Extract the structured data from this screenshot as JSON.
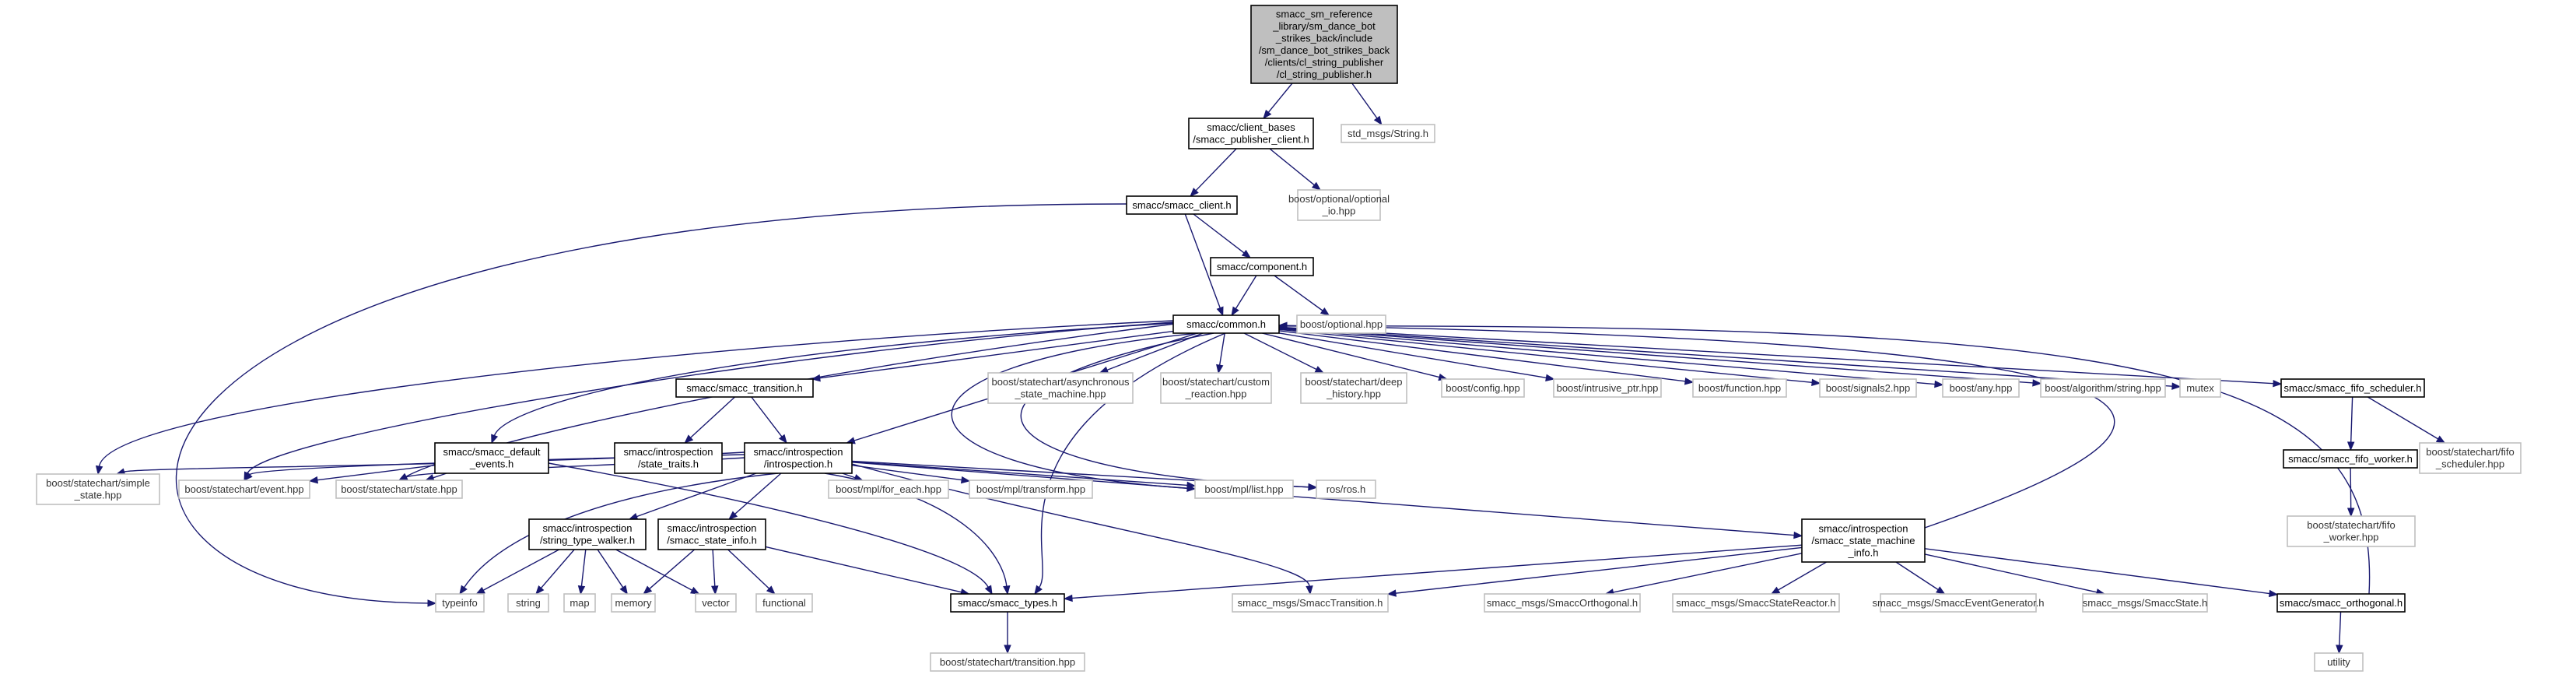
{
  "colors": {
    "edge": "#191970",
    "root_fill": "#bfbfbf",
    "node_border": "#000000",
    "external_border": "#bfbfbf"
  },
  "nodes": [
    {
      "id": "root",
      "kind": "root",
      "lines": [
        "smacc_sm_reference",
        "_library/sm_dance_bot",
        "_strikes_back/include",
        "/sm_dance_bot_strikes_back",
        "/clients/cl_string_publisher",
        "/cl_string_publisher.h"
      ]
    },
    {
      "id": "pub_client",
      "kind": "normal",
      "lines": [
        "smacc/client_bases",
        "/smacc_publisher_client.h"
      ]
    },
    {
      "id": "std_string",
      "kind": "ext",
      "lines": [
        "std_msgs/String.h"
      ]
    },
    {
      "id": "smacc_client",
      "kind": "normal",
      "lines": [
        "smacc/smacc_client.h"
      ]
    },
    {
      "id": "optional_io",
      "kind": "ext",
      "lines": [
        "boost/optional/optional",
        "_io.hpp"
      ]
    },
    {
      "id": "component",
      "kind": "normal",
      "lines": [
        "smacc/component.h"
      ]
    },
    {
      "id": "boost_optional",
      "kind": "ext",
      "lines": [
        "boost/optional.hpp"
      ]
    },
    {
      "id": "common",
      "kind": "normal",
      "lines": [
        "smacc/common.h"
      ]
    },
    {
      "id": "transition",
      "kind": "normal",
      "lines": [
        "smacc/smacc_transition.h"
      ]
    },
    {
      "id": "async_sm",
      "kind": "ext",
      "lines": [
        "boost/statechart/asynchronous",
        "_state_machine.hpp"
      ]
    },
    {
      "id": "custom_reaction",
      "kind": "ext",
      "lines": [
        "boost/statechart/custom",
        "_reaction.hpp"
      ]
    },
    {
      "id": "deep_history",
      "kind": "ext",
      "lines": [
        "boost/statechart/deep",
        "_history.hpp"
      ]
    },
    {
      "id": "config",
      "kind": "ext",
      "lines": [
        "boost/config.hpp"
      ]
    },
    {
      "id": "intrusive_ptr",
      "kind": "ext",
      "lines": [
        "boost/intrusive_ptr.hpp"
      ]
    },
    {
      "id": "function",
      "kind": "ext",
      "lines": [
        "boost/function.hpp"
      ]
    },
    {
      "id": "signals2",
      "kind": "ext",
      "lines": [
        "boost/signals2.hpp"
      ]
    },
    {
      "id": "any",
      "kind": "ext",
      "lines": [
        "boost/any.hpp"
      ]
    },
    {
      "id": "algo_string",
      "kind": "ext",
      "lines": [
        "boost/algorithm/string.hpp"
      ]
    },
    {
      "id": "mutex",
      "kind": "ext",
      "lines": [
        "mutex"
      ]
    },
    {
      "id": "fifo_scheduler",
      "kind": "normal",
      "lines": [
        "smacc/smacc_fifo_scheduler.h"
      ]
    },
    {
      "id": "default_events",
      "kind": "normal",
      "lines": [
        "smacc/smacc_default",
        "_events.h"
      ]
    },
    {
      "id": "state_traits",
      "kind": "normal",
      "lines": [
        "smacc/introspection",
        "/state_traits.h"
      ]
    },
    {
      "id": "introspection",
      "kind": "normal",
      "lines": [
        "smacc/introspection",
        "/introspection.h"
      ]
    },
    {
      "id": "fifo_worker",
      "kind": "normal",
      "lines": [
        "smacc/smacc_fifo_worker.h"
      ]
    },
    {
      "id": "sc_fifo_scheduler",
      "kind": "ext",
      "lines": [
        "boost/statechart/fifo",
        "_scheduler.hpp"
      ]
    },
    {
      "id": "sc_fifo_worker",
      "kind": "ext",
      "lines": [
        "boost/statechart/fifo",
        "_worker.hpp"
      ]
    },
    {
      "id": "simple_state",
      "kind": "ext",
      "lines": [
        "boost/statechart/simple",
        "_state.hpp"
      ]
    },
    {
      "id": "event",
      "kind": "ext",
      "lines": [
        "boost/statechart/event.hpp"
      ]
    },
    {
      "id": "state",
      "kind": "ext",
      "lines": [
        "boost/statechart/state.hpp"
      ]
    },
    {
      "id": "type_walker",
      "kind": "normal",
      "lines": [
        "smacc/introspection",
        "/string_type_walker.h"
      ]
    },
    {
      "id": "state_info",
      "kind": "normal",
      "lines": [
        "smacc/introspection",
        "/smacc_state_info.h"
      ]
    },
    {
      "id": "for_each",
      "kind": "ext",
      "lines": [
        "boost/mpl/for_each.hpp"
      ]
    },
    {
      "id": "transform",
      "kind": "ext",
      "lines": [
        "boost/mpl/transform.hpp"
      ]
    },
    {
      "id": "list",
      "kind": "ext",
      "lines": [
        "boost/mpl/list.hpp"
      ]
    },
    {
      "id": "ros",
      "kind": "ext",
      "lines": [
        "ros/ros.h"
      ]
    },
    {
      "id": "sm_info",
      "kind": "normal",
      "lines": [
        "smacc/introspection",
        "/smacc_state_machine",
        "_info.h"
      ]
    },
    {
      "id": "typeinfo",
      "kind": "ext",
      "lines": [
        "typeinfo"
      ]
    },
    {
      "id": "string",
      "kind": "ext",
      "lines": [
        "string"
      ]
    },
    {
      "id": "map",
      "kind": "ext",
      "lines": [
        "map"
      ]
    },
    {
      "id": "memory",
      "kind": "ext",
      "lines": [
        "memory"
      ]
    },
    {
      "id": "vector",
      "kind": "ext",
      "lines": [
        "vector"
      ]
    },
    {
      "id": "functional",
      "kind": "ext",
      "lines": [
        "functional"
      ]
    },
    {
      "id": "smacc_types",
      "kind": "normal",
      "lines": [
        "smacc/smacc_types.h"
      ]
    },
    {
      "id": "msg_transition",
      "kind": "ext",
      "lines": [
        "smacc_msgs/SmaccTransition.h"
      ]
    },
    {
      "id": "msg_orthogonal",
      "kind": "ext",
      "lines": [
        "smacc_msgs/SmaccOrthogonal.h"
      ]
    },
    {
      "id": "msg_reactor",
      "kind": "ext",
      "lines": [
        "smacc_msgs/SmaccStateReactor.h"
      ]
    },
    {
      "id": "msg_evgen",
      "kind": "ext",
      "lines": [
        "smacc_msgs/SmaccEventGenerator.h"
      ]
    },
    {
      "id": "msg_state",
      "kind": "ext",
      "lines": [
        "smacc_msgs/SmaccState.h"
      ]
    },
    {
      "id": "orthogonal",
      "kind": "normal",
      "lines": [
        "smacc/smacc_orthogonal.h"
      ]
    },
    {
      "id": "sc_transition",
      "kind": "ext",
      "lines": [
        "boost/statechart/transition.hpp"
      ]
    },
    {
      "id": "utility",
      "kind": "ext",
      "lines": [
        "utility"
      ]
    }
  ],
  "edges": [
    [
      "root",
      "pub_client"
    ],
    [
      "root",
      "std_string"
    ],
    [
      "pub_client",
      "smacc_client"
    ],
    [
      "pub_client",
      "optional_io"
    ],
    [
      "smacc_client",
      "component"
    ],
    [
      "smacc_client",
      "common"
    ],
    [
      "smacc_client",
      "typeinfo"
    ],
    [
      "component",
      "common"
    ],
    [
      "component",
      "boost_optional"
    ],
    [
      "common",
      "transition"
    ],
    [
      "common",
      "async_sm"
    ],
    [
      "common",
      "custom_reaction"
    ],
    [
      "common",
      "deep_history"
    ],
    [
      "common",
      "config"
    ],
    [
      "common",
      "intrusive_ptr"
    ],
    [
      "common",
      "function"
    ],
    [
      "common",
      "signals2"
    ],
    [
      "common",
      "any"
    ],
    [
      "common",
      "algo_string"
    ],
    [
      "common",
      "mutex"
    ],
    [
      "common",
      "fifo_scheduler"
    ],
    [
      "common",
      "default_events"
    ],
    [
      "common",
      "introspection"
    ],
    [
      "common",
      "simple_state"
    ],
    [
      "common",
      "event"
    ],
    [
      "common",
      "state"
    ],
    [
      "common",
      "list"
    ],
    [
      "common",
      "ros"
    ],
    [
      "common",
      "smacc_types"
    ],
    [
      "transition",
      "state_traits"
    ],
    [
      "transition",
      "introspection"
    ],
    [
      "fifo_scheduler",
      "fifo_worker"
    ],
    [
      "fifo_scheduler",
      "sc_fifo_scheduler"
    ],
    [
      "fifo_worker",
      "sc_fifo_worker"
    ],
    [
      "default_events",
      "event"
    ],
    [
      "default_events",
      "state"
    ],
    [
      "default_events",
      "smacc_types"
    ],
    [
      "introspection",
      "simple_state"
    ],
    [
      "introspection",
      "event"
    ],
    [
      "introspection",
      "state"
    ],
    [
      "introspection",
      "type_walker"
    ],
    [
      "introspection",
      "state_info"
    ],
    [
      "introspection",
      "for_each"
    ],
    [
      "introspection",
      "transform"
    ],
    [
      "introspection",
      "list"
    ],
    [
      "introspection",
      "ros"
    ],
    [
      "introspection",
      "sm_info"
    ],
    [
      "introspection",
      "typeinfo"
    ],
    [
      "introspection",
      "smacc_types"
    ],
    [
      "introspection",
      "msg_transition"
    ],
    [
      "type_walker",
      "typeinfo"
    ],
    [
      "type_walker",
      "string"
    ],
    [
      "type_walker",
      "map"
    ],
    [
      "type_walker",
      "memory"
    ],
    [
      "type_walker",
      "vector"
    ],
    [
      "state_info",
      "memory"
    ],
    [
      "state_info",
      "vector"
    ],
    [
      "state_info",
      "functional"
    ],
    [
      "state_info",
      "smacc_types"
    ],
    [
      "sm_info",
      "common"
    ],
    [
      "sm_info",
      "smacc_types"
    ],
    [
      "sm_info",
      "msg_transition"
    ],
    [
      "sm_info",
      "msg_orthogonal"
    ],
    [
      "sm_info",
      "msg_reactor"
    ],
    [
      "sm_info",
      "msg_evgen"
    ],
    [
      "sm_info",
      "msg_state"
    ],
    [
      "sm_info",
      "orthogonal"
    ],
    [
      "smacc_types",
      "sc_transition"
    ],
    [
      "orthogonal",
      "common"
    ],
    [
      "orthogonal",
      "utility"
    ]
  ]
}
